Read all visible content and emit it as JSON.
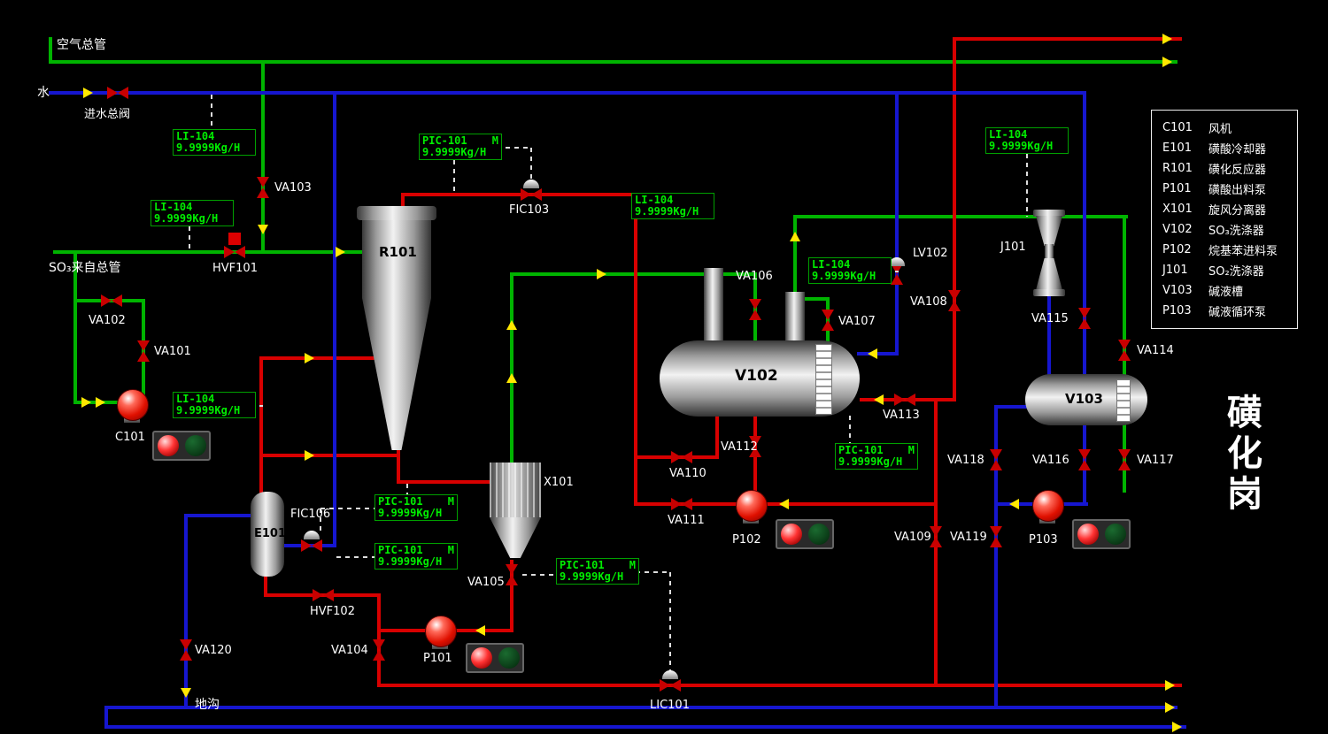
{
  "labels": {
    "air_main": "空气总管",
    "water": "水",
    "inlet_valve": "进水总阀",
    "so3_from_main": "SO₃来自总管",
    "trench": "地沟"
  },
  "title": {
    "text": "磺化岗",
    "chars": [
      "磺",
      "化",
      "岗"
    ]
  },
  "equipment": {
    "C101": "C101",
    "E101": "E101",
    "R101": "R101",
    "P101": "P101",
    "X101": "X101",
    "V102": "V102",
    "P102": "P102",
    "J101": "J101",
    "V103": "V103",
    "P103": "P103"
  },
  "valves": {
    "inlet": "进水总阀",
    "va101": "VA101",
    "va102": "VA102",
    "va103": "VA103",
    "va104": "VA104",
    "va105": "VA105",
    "va106": "VA106",
    "va107": "VA107",
    "va108": "VA108",
    "va109": "VA109",
    "va110": "VA110",
    "va111": "VA111",
    "va112": "VA112",
    "va113": "VA113",
    "va114": "VA114",
    "va115": "VA115",
    "va116": "VA116",
    "va117": "VA117",
    "va118": "VA118",
    "va119": "VA119",
    "va120": "VA120",
    "hvf101": "HVF101",
    "hvf102": "HVF102",
    "fic103": "FIC103",
    "fic106": "FIC106",
    "lv102": "LV102",
    "lic101": "LIC101"
  },
  "instruments": {
    "i1": {
      "tag": "LI-104",
      "mode": "",
      "value": "9.9999Kg/H"
    },
    "i2": {
      "tag": "LI-104",
      "mode": "",
      "value": "9.9999Kg/H"
    },
    "i3": {
      "tag": "LI-104",
      "mode": "",
      "value": "9.9999Kg/H"
    },
    "i4": {
      "tag": "PIC-101",
      "mode": "M",
      "value": "9.9999Kg/H"
    },
    "i5": {
      "tag": "LI-104",
      "mode": "",
      "value": "9.9999Kg/H"
    },
    "i6": {
      "tag": "LI-104",
      "mode": "",
      "value": "9.9999Kg/H"
    },
    "i7": {
      "tag": "LI-104",
      "mode": "",
      "value": "9.9999Kg/H"
    },
    "i8": {
      "tag": "PIC-101",
      "mode": "M",
      "value": "9.9999Kg/H"
    },
    "i9": {
      "tag": "PIC-101",
      "mode": "M",
      "value": "9.9999Kg/H"
    },
    "i10": {
      "tag": "PIC-101",
      "mode": "M",
      "value": "9.9999Kg/H"
    },
    "i11": {
      "tag": "PIC-101",
      "mode": "M",
      "value": "9.9999Kg/H"
    }
  },
  "legend": {
    "items": [
      {
        "code": "C101",
        "name": "风机"
      },
      {
        "code": "E101",
        "name": "磺酸冷却器"
      },
      {
        "code": "R101",
        "name": "磺化反应器"
      },
      {
        "code": "P101",
        "name": "磺酸出料泵"
      },
      {
        "code": "X101",
        "name": "旋风分离器"
      },
      {
        "code": "V102",
        "name": "SO₃洗涤器"
      },
      {
        "code": "P102",
        "name": "烷基苯进料泵"
      },
      {
        "code": "J101",
        "name": "SO₂洗涤器"
      },
      {
        "code": "V103",
        "name": "碱液槽"
      },
      {
        "code": "P103",
        "name": "碱液循环泵"
      }
    ]
  },
  "icons": {
    "valve": "red-bowtie",
    "pump": "red-sphere",
    "flow_arrow": "yellow-triangle",
    "status_on": "red-lamp",
    "status_off": "dark-green-lamp"
  },
  "colors": {
    "background": "#000000",
    "pipe_green": "#00b400",
    "pipe_red": "#d80000",
    "pipe_blue": "#1616d0",
    "arrow": "#ffe800",
    "instrument_text": "#00ee00",
    "instrument_border": "#00a000",
    "valve": "#c80000"
  }
}
